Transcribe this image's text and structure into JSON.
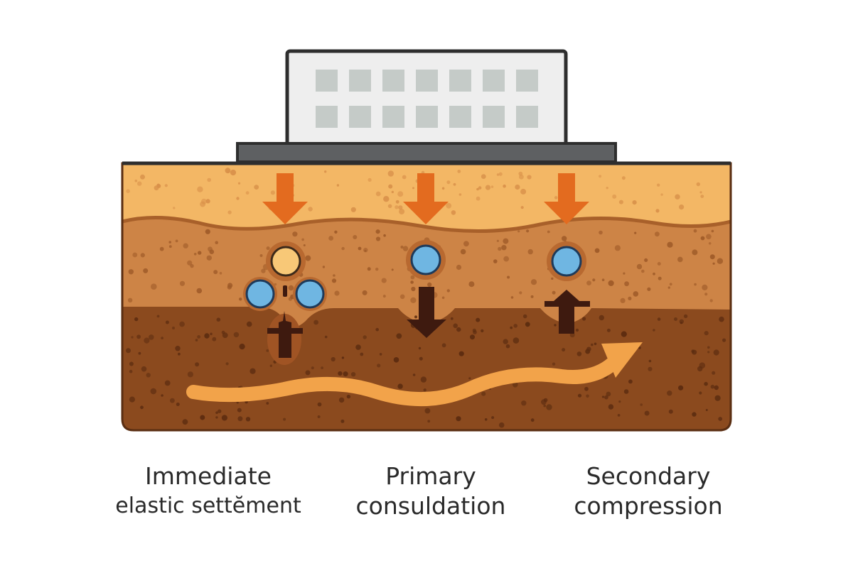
{
  "labels": [
    {
      "line1": "Immediate",
      "line2": "elastic settĕment"
    },
    {
      "line1": "Primary",
      "line2": "consuldation"
    },
    {
      "line1": "Secondary",
      "line2": "compression"
    }
  ],
  "colors": {
    "top_layer": "#f3b765",
    "middle_layer": "#cd8446",
    "bottom_layer": "#8b4a1e",
    "load_arrow": "#e36b1f",
    "water_droplet": "#6fb6e2",
    "air_bubble": "#f8c877",
    "settlement_arrow": "#3e1a0f",
    "flow_arrow": "#f2a34a",
    "building": "#eeeeee",
    "window": "#c5cbc8"
  }
}
